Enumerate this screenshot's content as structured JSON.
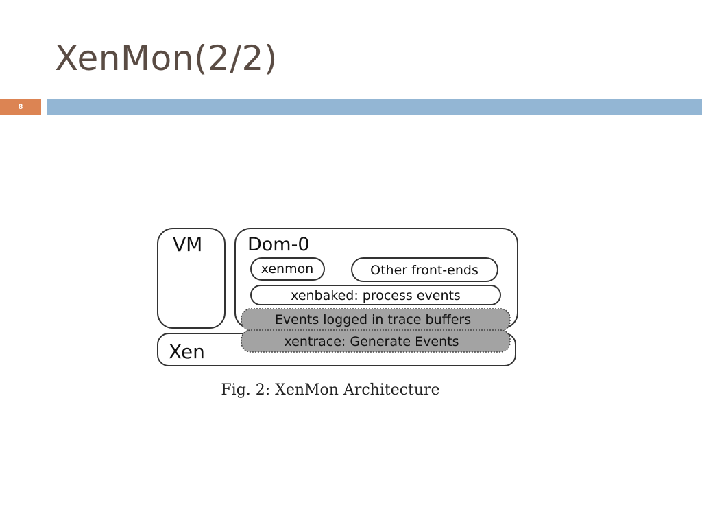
{
  "slide": {
    "title": "XenMon(2/2)",
    "number": "8",
    "accent_color": "#dc8453",
    "rule_color": "#93b6d4"
  },
  "diagram": {
    "vm_label": "VM",
    "dom0_label": "Dom-0",
    "xen_label": "Xen",
    "xenmon_label": "xenmon",
    "frontends_label": "Other front-ends",
    "xenbaked_label": "xenbaked: process events",
    "trace_buffers_label": "Events logged in trace buffers",
    "xentrace_label": "xentrace: Generate Events",
    "caption": "Fig. 2: XenMon Architecture"
  }
}
